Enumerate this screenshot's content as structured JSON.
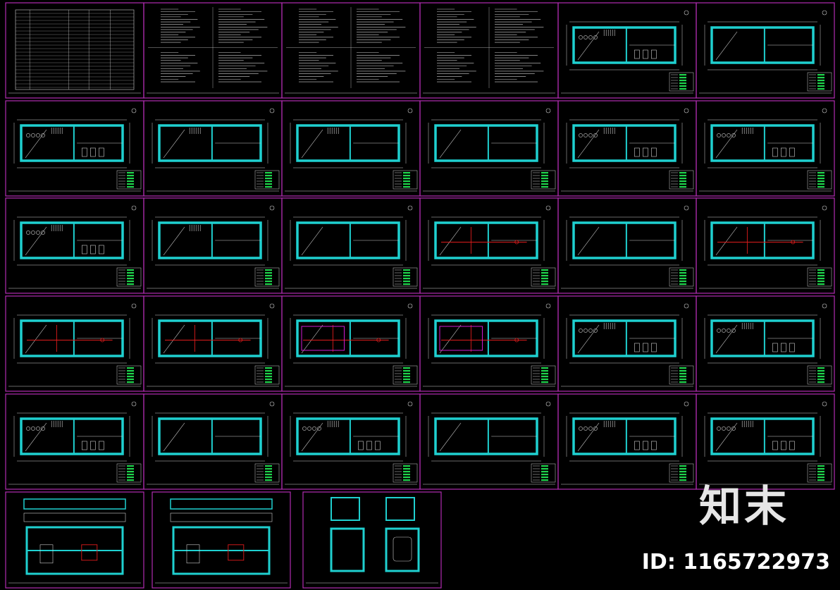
{
  "colors": {
    "background": "#000000",
    "sheet_frame": "#b02cb0",
    "wall": "#1fd0d0",
    "line": "#cfcfcf",
    "table_green": "#1fd44c",
    "accent_red": "#e01c1c",
    "accent_magenta": "#d21ad2"
  },
  "watermark": {
    "logo": "知末",
    "id_label": "ID: 1165722973"
  },
  "sheet_rows": [
    [
      "index-table",
      "text-list",
      "text-list",
      "text-list",
      "plan-furniture",
      "plan-empty"
    ],
    [
      "plan-furniture",
      "plan-stairs",
      "plan-stairs",
      "plan-empty",
      "plan-furniture",
      "plan-furniture"
    ],
    [
      "plan-furniture",
      "plan-stairs",
      "plan-empty",
      "plan-red",
      "plan-empty",
      "plan-red"
    ],
    [
      "plan-red",
      "plan-red",
      "plan-magenta",
      "plan-magenta",
      "plan-furniture",
      "plan-furniture"
    ],
    [
      "plan-furniture",
      "plan-empty",
      "plan-furniture",
      "plan-empty",
      "plan-furniture",
      "plan-furniture"
    ],
    [
      "elevation",
      "elevation",
      "detail"
    ]
  ]
}
